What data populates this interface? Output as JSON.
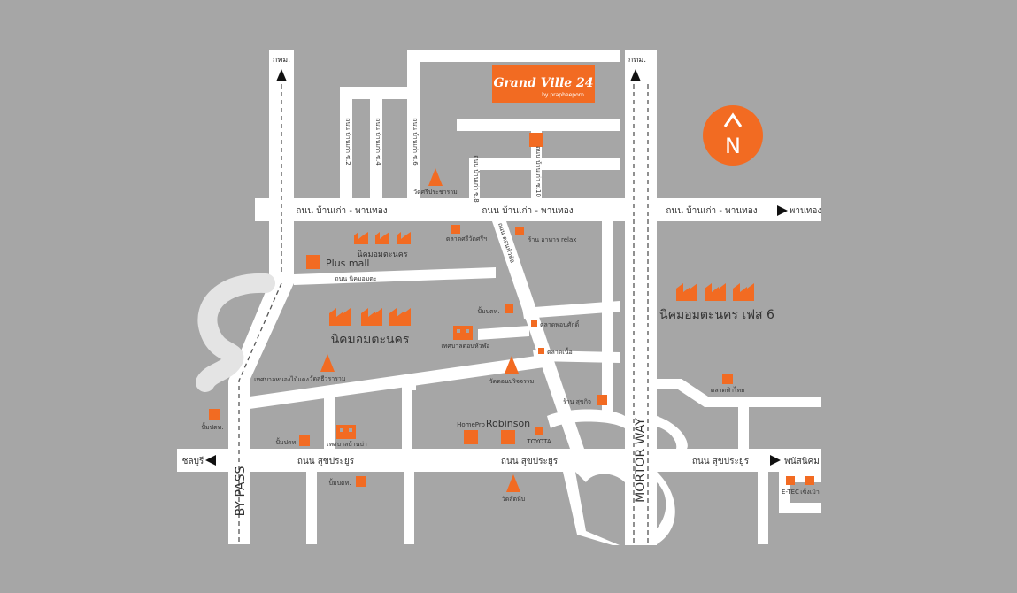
{
  "brand": {
    "name": "Grand Ville 24",
    "tagline": "by prapheeporn",
    "color": "#f26b22"
  },
  "compass": {
    "letter": "N",
    "icon": "north-arrow-icon"
  },
  "highways": {
    "bypass": "BY PASS",
    "motorway": "MORTOR WAY",
    "to_bangkok_left": "กทม.",
    "to_bangkok_right": "กทม."
  },
  "roads": {
    "banpao_left": "ถนน บ้านเก่า - พานทอง",
    "banpao_mid": "ถนน บ้านเก่า - พานทอง",
    "banpao_right": "ถนน บ้านเก่า - พานทอง",
    "to_phanthong": "พานทอง",
    "sukprayoon_left": "ถนน สุขประยูร",
    "sukprayoon_mid": "ถนน สุขประยูร",
    "sukprayoon_right": "ถนน สุขประยูร",
    "to_chonburi": "ชลบุรี",
    "to_phanat": "พนัสนิคม",
    "nikom_road": "ถนน นิคมอมตะ",
    "soi2": "ถนน บ้านเก่า ซ.2",
    "soi4": "ถนน บ้านเก่า ซ.4",
    "soi6": "ถนน บ้านเก่า ซ.6",
    "soi8": "ถนน บ้านเก่า ซ.8",
    "soi10": "ถนน บ้านเก่า ซ.10",
    "diagonal": "ถนน ดอนหัวฬ่อ"
  },
  "places": {
    "wat_sri": "วัดศรีประชาราม",
    "market_sriwat": "ตลาดศรีวัดศรีฯ",
    "restaurant": "ร้าน อาหาร relax",
    "nikom_top": "นิคมอมตะนคร",
    "plus_mall": "Plus mall",
    "nikom_mid": "นิคมอมตะนคร",
    "nikom_phase6": "นิคมอมตะนคร เฟส 6",
    "gas1": "ปั้มปตท.",
    "market_ponsak": "ตลาดพอนศักดิ์",
    "municipal_donhua": "เทศบาลดอนหัวฬ่อ",
    "market_nue": "ตลาดเนื้อ",
    "municipal_nong": "เทศบาลหนองไม้แดง",
    "wat_suthi": "วัดสุธีวราราม",
    "wat_don": "วัดดอนบริจจรรม",
    "shop_sukit": "ร้าน สุขกิจ",
    "market_fa": "ตลาดฟ้าไทย",
    "gas2": "ปั้มปตท.",
    "homepro": "HomePro",
    "robinson": "Robinson",
    "toyota": "TOYOTA",
    "gas3": "ปั้มปตท.",
    "municipal_ban": "เทศบาลบ้านบ่า",
    "gas4": "ปั้มปตท.",
    "wat_sattha": "วัดสัตหีบ",
    "etec": "E-TEC",
    "market_end": "เซ็งเม้า"
  }
}
